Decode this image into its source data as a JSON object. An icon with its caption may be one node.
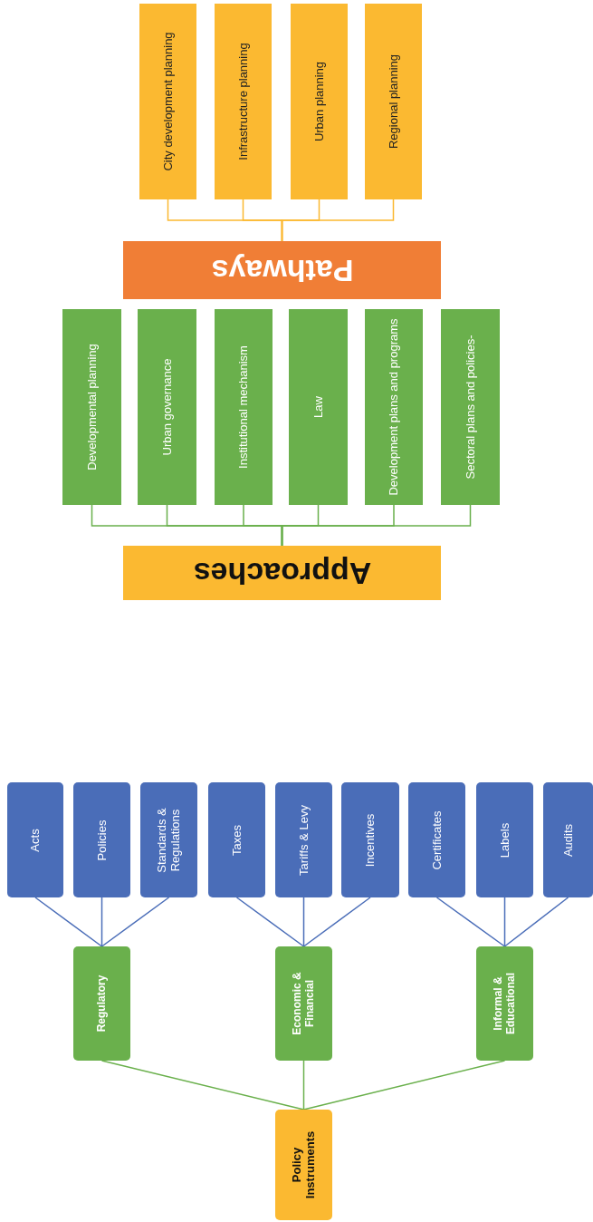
{
  "diagram": {
    "nodes": [
      {
        "text": [
          "City development planning"
        ]
      },
      {
        "text": [
          "Infrastructure planning"
        ]
      },
      {
        "text": [
          "Urban planning"
        ]
      },
      {
        "text": [
          "Regional planning"
        ]
      },
      {
        "text": [
          "Pathways"
        ]
      },
      {
        "text": [
          "Developmental planning"
        ]
      },
      {
        "text": [
          "Urban governance"
        ]
      },
      {
        "text": [
          "Institutional mechanism"
        ]
      },
      {
        "text": [
          "Law"
        ]
      },
      {
        "text": [
          "Development plans and programs"
        ]
      },
      {
        "text": [
          "Sectoral plans and policies-"
        ]
      },
      {
        "text": [
          "Approaches"
        ]
      },
      {
        "text": [
          "Acts"
        ]
      },
      {
        "text": [
          "Policies"
        ]
      },
      {
        "text": [
          "Standards & Regulations"
        ]
      },
      {
        "text": [
          "Taxes"
        ]
      },
      {
        "text": [
          "Tariffs & Levy"
        ]
      },
      {
        "text": [
          "Incentives"
        ]
      },
      {
        "text": [
          "Certificates"
        ]
      },
      {
        "text": [
          "Labels"
        ]
      },
      {
        "text": [
          "Audits"
        ]
      },
      {
        "text": [
          "Regulatory"
        ]
      },
      {
        "text": [
          "Economic & Financial"
        ]
      },
      {
        "text": [
          "Informal & Educational"
        ]
      },
      {
        "text": [
          "Policy Instruments"
        ]
      }
    ],
    "edges": [
      {
        "from": 4,
        "to": 0,
        "arrow": "none",
        "color": "#fbb931"
      },
      {
        "from": 4,
        "to": 1,
        "arrow": "none",
        "color": "#fbb931"
      },
      {
        "from": 4,
        "to": 2,
        "arrow": "none",
        "color": "#fbb931"
      },
      {
        "from": 4,
        "to": 3,
        "arrow": "none",
        "color": "#fbb931"
      },
      {
        "from": 11,
        "to": 5,
        "arrow": "none",
        "color": "#6ab04c"
      },
      {
        "from": 11,
        "to": 6,
        "arrow": "none",
        "color": "#6ab04c"
      },
      {
        "from": 11,
        "to": 7,
        "arrow": "none",
        "color": "#6ab04c"
      },
      {
        "from": 11,
        "to": 8,
        "arrow": "none",
        "color": "#6ab04c"
      },
      {
        "from": 11,
        "to": 9,
        "arrow": "none",
        "color": "#6ab04c"
      },
      {
        "from": 11,
        "to": 10,
        "arrow": "none",
        "color": "#6ab04c"
      },
      {
        "from": 21,
        "to": 12,
        "arrow": "none",
        "color": "#4a6db8"
      },
      {
        "from": 21,
        "to": 13,
        "arrow": "none",
        "color": "#4a6db8"
      },
      {
        "from": 21,
        "to": 14,
        "arrow": "none",
        "color": "#4a6db8"
      },
      {
        "from": 22,
        "to": 15,
        "arrow": "none",
        "color": "#4a6db8"
      },
      {
        "from": 22,
        "to": 16,
        "arrow": "none",
        "color": "#4a6db8"
      },
      {
        "from": 22,
        "to": 17,
        "arrow": "none",
        "color": "#4a6db8"
      },
      {
        "from": 23,
        "to": 18,
        "arrow": "none",
        "color": "#4a6db8"
      },
      {
        "from": 23,
        "to": 19,
        "arrow": "none",
        "color": "#4a6db8"
      },
      {
        "from": 23,
        "to": 20,
        "arrow": "none",
        "color": "#4a6db8"
      },
      {
        "from": 24,
        "to": 21,
        "arrow": "none",
        "color": "#6ab04c"
      },
      {
        "from": 24,
        "to": 22,
        "arrow": "none",
        "color": "#6ab04c"
      },
      {
        "from": 24,
        "to": 23,
        "arrow": "none",
        "color": "#6ab04c"
      }
    ]
  }
}
